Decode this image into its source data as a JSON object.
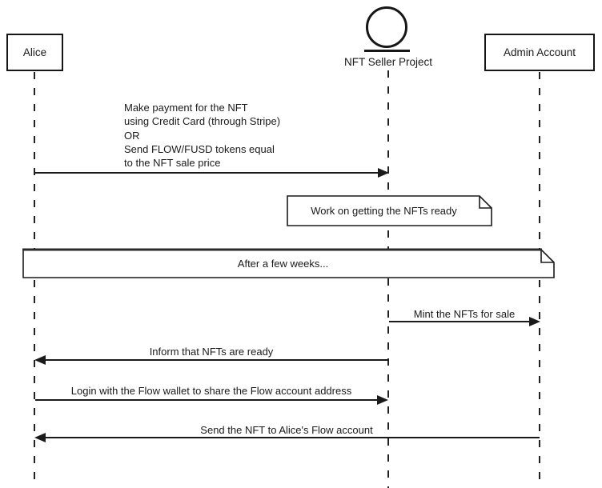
{
  "diagram": {
    "type": "sequence-diagram",
    "participants": {
      "alice": {
        "label": "Alice",
        "kind": "participant"
      },
      "seller": {
        "label": "NFT Seller Project",
        "kind": "entity"
      },
      "admin": {
        "label": "Admin Account",
        "kind": "participant"
      }
    },
    "messages": {
      "payment": {
        "from": "Alice",
        "to": "NFT Seller Project",
        "label": "Make payment for the NFT\nusing Credit Card (through Stripe)\nOR\nSend FLOW/FUSD tokens equal\nto the NFT sale price"
      },
      "mint": {
        "from": "NFT Seller Project",
        "to": "Admin Account",
        "label": "Mint the NFTs for sale"
      },
      "inform": {
        "from": "NFT Seller Project",
        "to": "Alice",
        "label": "Inform that NFTs are ready"
      },
      "login": {
        "from": "Alice",
        "to": "NFT Seller Project",
        "label": "Login with the Flow wallet to share the Flow account address"
      },
      "send": {
        "from": "Admin Account",
        "to": "Alice",
        "label": "Send the NFT to Alice's Flow account"
      }
    },
    "note": {
      "label": "Work on getting the NFTs ready"
    },
    "divider": {
      "label": "After a few weeks..."
    },
    "colors": {
      "line": "#1a1a1a",
      "background": "#ffffff"
    }
  }
}
